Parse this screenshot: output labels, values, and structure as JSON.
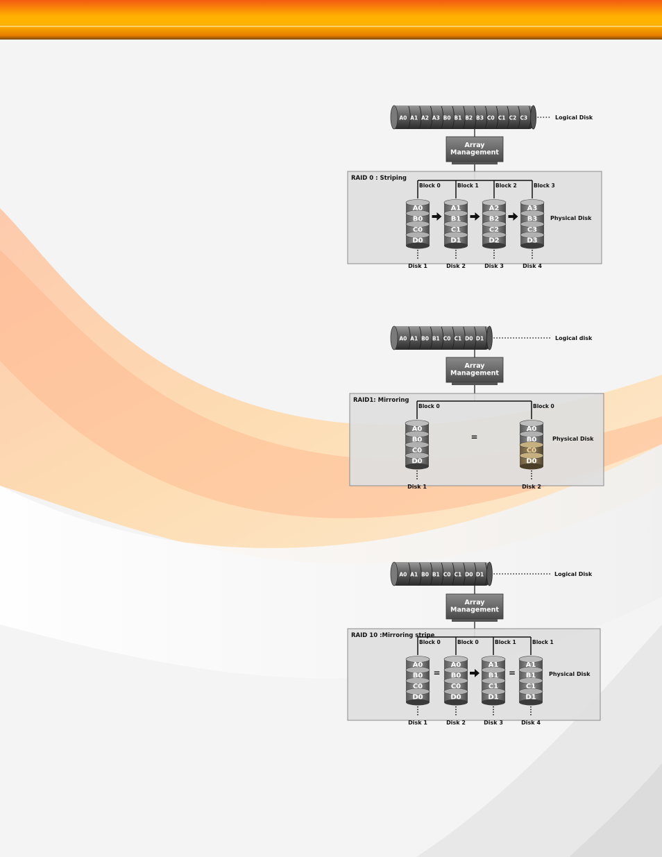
{
  "colors": {
    "header_top": "#f35a10",
    "header_mid": "#ffb000",
    "swoosh": "#ffb090"
  },
  "diagrams": [
    {
      "logical": [
        "A0",
        "A1",
        "A2",
        "A3",
        "B0",
        "B1",
        "B2",
        "B3",
        "C0",
        "C1",
        "C2",
        "C3"
      ],
      "logical_label": "Logical Disk",
      "management": [
        "Array",
        "Management"
      ],
      "title": "RAID 0 : Striping",
      "physical_label": "Physical Disk",
      "disks": [
        {
          "block": "Block 0",
          "name": "Disk 1",
          "labels": [
            "A0",
            "B0",
            "C0",
            "D0"
          ]
        },
        {
          "block": "Block 1",
          "name": "Disk 2",
          "labels": [
            "A1",
            "B1",
            "C1",
            "D1"
          ]
        },
        {
          "block": "Block 2",
          "name": "Disk 3",
          "labels": [
            "A2",
            "B2",
            "C2",
            "D2"
          ]
        },
        {
          "block": "Block 3",
          "name": "Disk 4",
          "labels": [
            "A3",
            "B3",
            "C3",
            "D3"
          ]
        }
      ],
      "connectors": [
        "arrow",
        "arrow",
        "arrow"
      ]
    },
    {
      "logical": [
        "A0",
        "A1",
        "B0",
        "B1",
        "C0",
        "C1",
        "D0",
        "D1"
      ],
      "logical_label": "Logical disk",
      "management": [
        "Array",
        "Management"
      ],
      "title": "RAID1: Mirroring",
      "physical_label": "Physical Disk",
      "disks": [
        {
          "block": "Block 0",
          "name": "Disk 1",
          "labels": [
            "A0",
            "B0",
            "C0",
            "D0"
          ]
        },
        {
          "block": "Block 0",
          "name": "Disk 2",
          "labels": [
            "A0",
            "B0",
            "C0",
            "D0"
          ]
        }
      ],
      "connectors": [
        "="
      ]
    },
    {
      "logical": [
        "A0",
        "A1",
        "B0",
        "B1",
        "C0",
        "C1",
        "D0",
        "D1"
      ],
      "logical_label": "Logical Disk",
      "management": [
        "Array",
        "Management"
      ],
      "title": "RAID 10 :Mirroring stripe",
      "physical_label": "Physical Disk",
      "disks": [
        {
          "block": "Block 0",
          "name": "Disk 1",
          "labels": [
            "A0",
            "B0",
            "C0",
            "D0"
          ]
        },
        {
          "block": "Block 0",
          "name": "Disk 2",
          "labels": [
            "A0",
            "B0",
            "C0",
            "D0"
          ]
        },
        {
          "block": "Block 1",
          "name": "Disk 3",
          "labels": [
            "A1",
            "B1",
            "C1",
            "D1"
          ]
        },
        {
          "block": "Block 1",
          "name": "Disk 4",
          "labels": [
            "A1",
            "B1",
            "C1",
            "D1"
          ]
        }
      ],
      "connectors": [
        "=",
        "arrow",
        "="
      ]
    }
  ]
}
